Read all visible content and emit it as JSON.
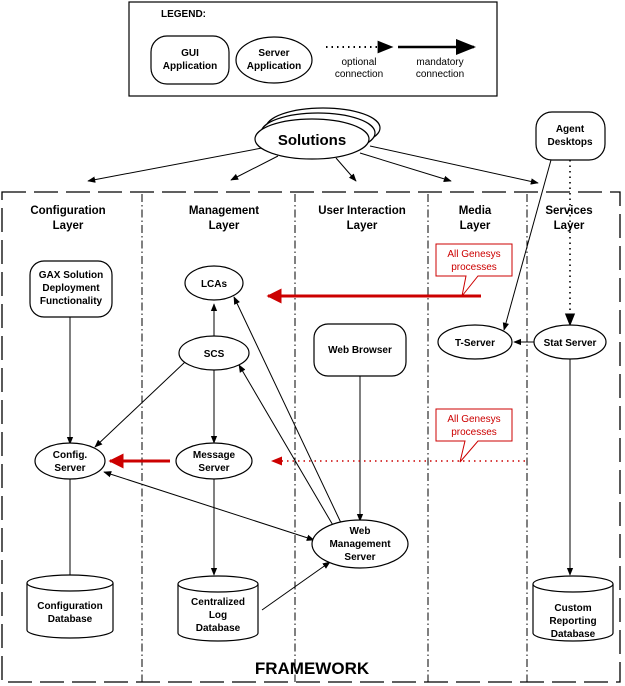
{
  "legend": {
    "title": "LEGEND:",
    "gui_application": [
      "GUI",
      "Application"
    ],
    "server_application": [
      "Server",
      "Application"
    ],
    "optional_connection": [
      "optional",
      "connection"
    ],
    "mandatory_connection": [
      "mandatory",
      "connection"
    ]
  },
  "top": {
    "solutions": "Solutions",
    "agent_desktops": [
      "Agent",
      "Desktops"
    ]
  },
  "layers": {
    "configuration": [
      "Configuration",
      "Layer"
    ],
    "management": [
      "Management",
      "Layer"
    ],
    "user_interaction": [
      "User Interaction",
      "Layer"
    ],
    "media": [
      "Media",
      "Layer"
    ],
    "services": [
      "Services",
      "Layer"
    ]
  },
  "nodes": {
    "gax": [
      "GAX Solution",
      "Deployment",
      "Functionality"
    ],
    "lcas": "LCAs",
    "scs": "SCS",
    "config_server": [
      "Config.",
      "Server"
    ],
    "message_server": [
      "Message",
      "Server"
    ],
    "web_browser": "Web Browser",
    "web_management_server": [
      "Web",
      "Management",
      "Server"
    ],
    "t_server": "T-Server",
    "stat_server": "Stat Server",
    "configuration_database": [
      "Configuration",
      "Database"
    ],
    "centralized_log_database": [
      "Centralized",
      "Log",
      "Database"
    ],
    "custom_reporting_database": [
      "Custom",
      "Reporting",
      "Database"
    ]
  },
  "callouts": {
    "all_genesys_1": [
      "All Genesys",
      "processes"
    ],
    "all_genesys_2": [
      "All Genesys",
      "processes"
    ]
  },
  "footer": "FRAMEWORK",
  "colors": {
    "accent_red": "#cc0000",
    "line": "#000000"
  }
}
